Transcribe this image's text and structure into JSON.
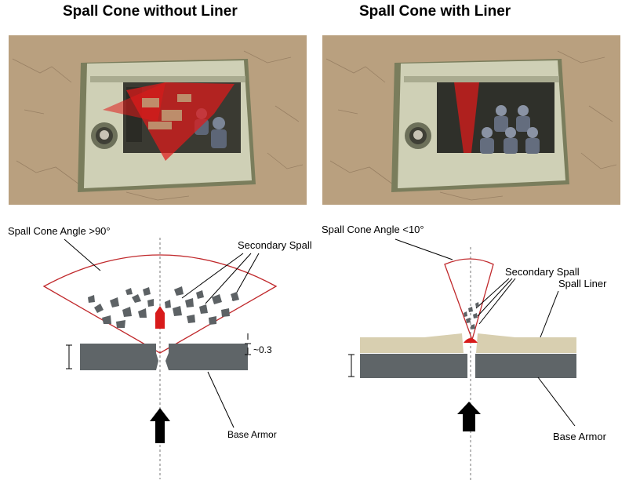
{
  "panels": {
    "left": {
      "title": "Spall Cone without Liner",
      "cone_angle_label": "Spall Cone Angle >90°",
      "secondary_spall_label": "Secondary Spall",
      "gap_label": "~0.3",
      "base_armor_label": "Base Armor"
    },
    "right": {
      "title": "Spall Cone with Liner",
      "cone_angle_label": "Spall Cone Angle <10°",
      "secondary_spall_label": "Secondary Spall",
      "spall_liner_label": "Spall Liner",
      "base_armor_label": "Base Armor"
    }
  },
  "colors": {
    "cone_outline": "#c0282b",
    "armor": "#5f6568",
    "liner": "#d8cfb0",
    "fragment": "#5d6265",
    "penetrator": "#d81b1b",
    "arrow": "#000000",
    "ground": "#b89a78",
    "vehicle": "#cfd0b6",
    "spall_overlay": "#e01a1a"
  },
  "icons": {
    "impact_direction": "up-arrow-icon"
  }
}
